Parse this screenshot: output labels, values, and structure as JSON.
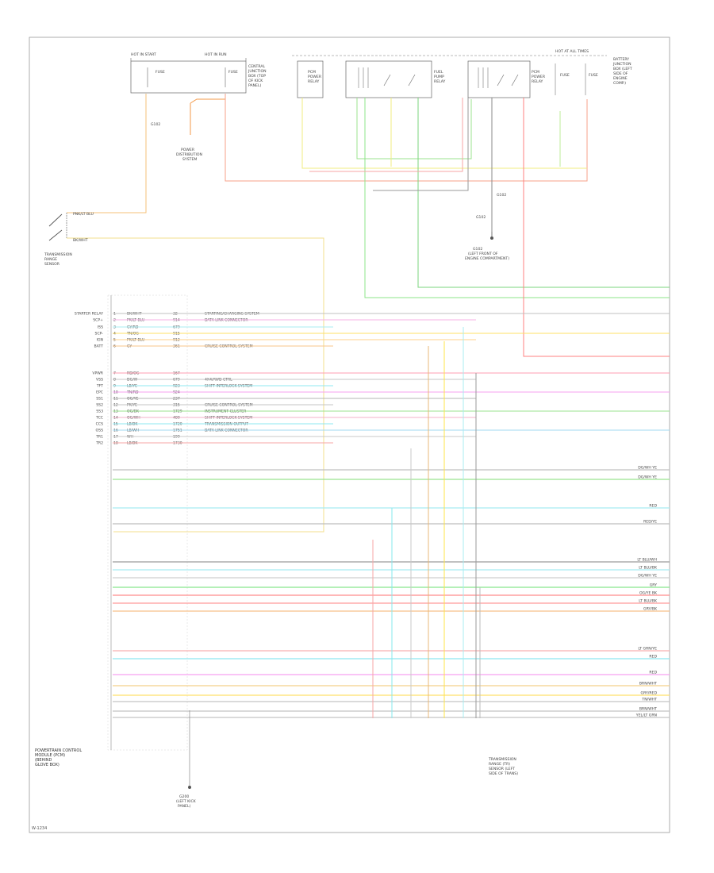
{
  "header": {
    "relay1_top": "HOT IN START",
    "relay1_top2": "HOT IN RUN",
    "relay1_sub": "FUSE",
    "relay1_desc": [
      "CENTRAL",
      "JUNCTION",
      "BOX (TOP",
      "OF KICK",
      "PANEL)"
    ],
    "relay2_title": "HOT AT ALL TIMES",
    "relay2_desc": [
      "BATTERY",
      "JUNCTION",
      "BOX (LEFT",
      "SIDE OF",
      "ENGINE",
      "COMP.)"
    ],
    "power_distribution": [
      "POWER",
      "DISTRIBUTION",
      "SYSTEM"
    ],
    "pcm_relay": [
      "PCM",
      "POWER",
      "RELAY"
    ],
    "fuel_pump_relay": [
      "FUEL",
      "PUMP",
      "RELAY"
    ],
    "ground_g": "G102",
    "ground_desc": [
      "G102",
      "(LEFT FRONT OF",
      "ENGINE COMPARTMENT)"
    ]
  },
  "switch": {
    "title": [
      "TRANSMISSION",
      "RANGE",
      "SENSOR"
    ],
    "wire1": "PNK/LT BLU",
    "wire2": "BK/WHT"
  },
  "pcm_pins": [
    {
      "pin": "1",
      "label": "STARTER RELAY",
      "wire": "BK/WHT",
      "circuit": "32",
      "note": "STARTING/CHARGING SYSTEM"
    },
    {
      "pin": "2",
      "label": "SCP+",
      "wire": "PK/LT BLU",
      "circuit": "914",
      "note": "DATA LINK CONNECTOR"
    },
    {
      "pin": "3",
      "label": "ISS",
      "wire": "GY/RD",
      "circuit": "679",
      "note": ""
    },
    {
      "pin": "4",
      "label": "SCP-",
      "wire": "TN/OG",
      "circuit": "915",
      "note": ""
    },
    {
      "pin": "5",
      "label": "IGN",
      "wire": "PK/LT BLU",
      "circuit": "912",
      "note": ""
    },
    {
      "pin": "6",
      "label": "BATT",
      "wire": "GY",
      "circuit": "361",
      "note": "CRUISE CONTROL SYSTEM"
    },
    {
      "pin": "7",
      "label": "VPWR",
      "wire": "RD/OG",
      "circuit": "167",
      "note": ""
    },
    {
      "pin": "8",
      "label": "VSS",
      "wire": "DG/W",
      "circuit": "679",
      "note": "4X4/AWD CTRL"
    },
    {
      "pin": "9",
      "label": "TFT",
      "wire": "LB/YE",
      "circuit": "923",
      "note": "SHIFT INTERLOCK SYSTEM"
    },
    {
      "pin": "10",
      "label": "EPC",
      "wire": "TN/RD",
      "circuit": "924",
      "note": ""
    },
    {
      "pin": "11",
      "label": "SS1",
      "wire": "OG/YE",
      "circuit": "237",
      "note": ""
    },
    {
      "pin": "12",
      "label": "SS2",
      "wire": "PK/YE",
      "circuit": "315",
      "note": "CRUISE CONTROL SYSTEM"
    },
    {
      "pin": "13",
      "label": "SS3",
      "wire": "OG/BK",
      "circuit": "1729",
      "note": "INSTRUMENT CLUSTER"
    },
    {
      "pin": "14",
      "label": "TCC",
      "wire": "OG/WH",
      "circuit": "480",
      "note": "SHIFT INTERLOCK SYSTEM"
    },
    {
      "pin": "15",
      "label": "CCS",
      "wire": "LB/BK",
      "circuit": "1720",
      "note": "TRANSMISSION OUTPUT"
    },
    {
      "pin": "16",
      "label": "OSS",
      "wire": "LB/WH",
      "circuit": "1751",
      "note": "DATA LINK CONNECTOR"
    },
    {
      "pin": "17",
      "label": "TR1",
      "wire": "WH",
      "circuit": "199",
      "note": ""
    },
    {
      "pin": "18",
      "label": "TR2",
      "wire": "LB/BK",
      "circuit": "1730",
      "note": ""
    }
  ],
  "pcm_box": {
    "title": [
      "POWERTRAIN CONTROL",
      "MODULE (PCM)",
      "(BEHIND",
      "GLOVE BOX)"
    ]
  },
  "ground_bottom": [
    "G200",
    "(LEFT KICK",
    "PANEL)"
  ],
  "bottom_conn": [
    "TRANSMISSION",
    "RANGE (TR)",
    "SENSOR (LEFT",
    "SIDE OF TRANS)"
  ],
  "right_labels": [
    {
      "text": "DG/WH YE"
    },
    {
      "text": "DG/WH YE"
    },
    {
      "text": "RED"
    },
    {
      "text": "RED/YE"
    },
    {
      "text": "LT BLU/WH"
    },
    {
      "text": "LT BLU/BK"
    },
    {
      "text": "DG/WH YE"
    },
    {
      "text": "GRY"
    },
    {
      "text": "OG/YE BK"
    },
    {
      "text": "LT BLU/BK"
    },
    {
      "text": "GRY/BK"
    },
    {
      "text": "LT GRN/YE"
    },
    {
      "text": "RED"
    },
    {
      "text": "RED"
    },
    {
      "text": "BRN/WHT"
    },
    {
      "text": "GRY/RED"
    },
    {
      "text": "TN/WHT"
    },
    {
      "text": "BRN/WHT"
    },
    {
      "text": "YEL/LT GRN"
    }
  ],
  "page_id": "W-1234"
}
